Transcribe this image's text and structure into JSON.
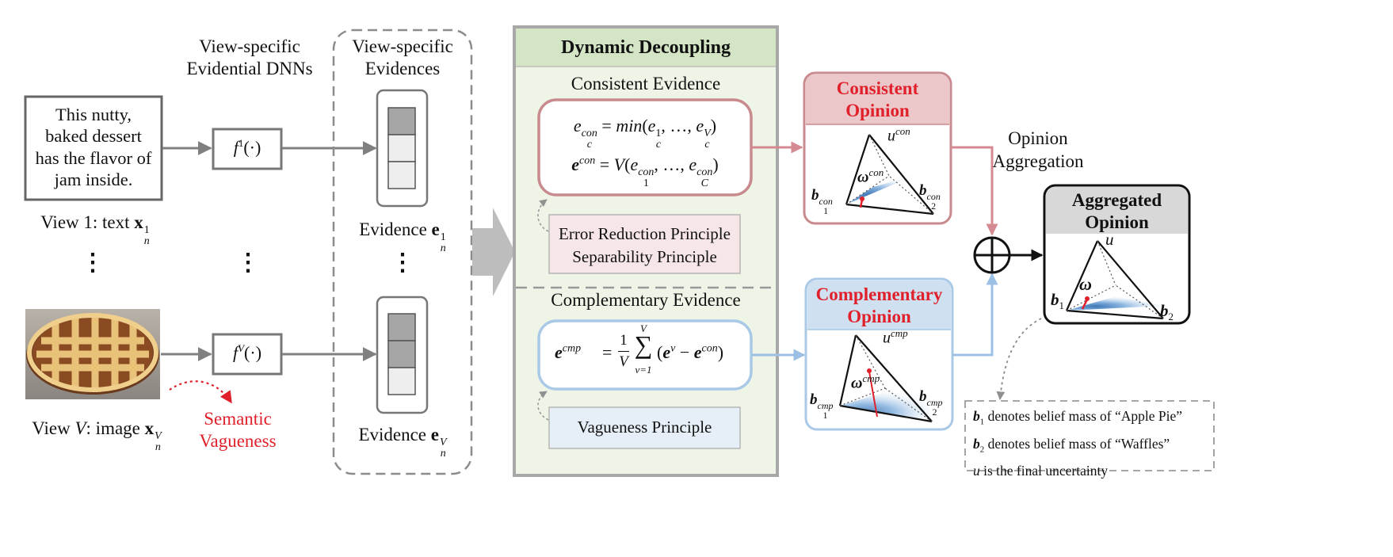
{
  "colors": {
    "arrow_gray": "#808080",
    "red": "#e0202a",
    "consistent_border": "#c98a8e",
    "consistent_header": "#ebc7c9",
    "complementary_border": "#a9c9e6",
    "complementary_header": "#cfe0f1",
    "panel_bg": "#eef5e7",
    "panel_header": "#d3e5c4",
    "panel_border": "#a8a8a8",
    "aggregated_header": "#d8d8d8"
  },
  "views": {
    "dnn_header_1": "View-specific",
    "dnn_header_2": "Evidential DNNs",
    "text_lines": [
      "This nutty,",
      "baked dessert",
      "has the flavor of",
      "jam inside."
    ],
    "view1_prefix": "View 1: text ",
    "viewV_prefix": "View ",
    "viewV_mid": ": image ",
    "view_letter": "V",
    "bold_x": "x",
    "sub_n": "n",
    "sup_1": "1",
    "vdots": "⋮",
    "semantic_1": "Semantic",
    "semantic_2": "Vagueness",
    "f_name": "f",
    "f_sup_1": "1",
    "f_sup_V": "V",
    "f_args": "(·)"
  },
  "evidences": {
    "header_1": "View-specific",
    "header_2": "Evidences",
    "label_prefix": "Evidence ",
    "bold_e": "e"
  },
  "decoupling": {
    "title": "Dynamic Decoupling",
    "consistent_label": "Consistent Evidence",
    "complementary_label": "Complementary Evidence",
    "principle_1": "Error Reduction Principle",
    "principle_2": "Separability Principle",
    "vagueness_principle": "Vagueness Principle",
    "eq_min": "min",
    "eq_V": "V",
    "sup_con": "con",
    "sup_cmp": "cmp",
    "sub_c": "c",
    "sub_C": "C",
    "sub_1": "1",
    "sup_V": "V",
    "ellipsis": "…",
    "eq_e": "e",
    "sum_lower": "v=1",
    "frac_num": "1",
    "sup_v": "v"
  },
  "opinions": {
    "consistent_1": "Consistent",
    "consistent_2": "Opinion",
    "complementary_1": "Complementary",
    "complementary_2": "Opinion",
    "aggregated_1": "Aggregated",
    "aggregated_2": "Opinion",
    "aggregation_1": "Opinion",
    "aggregation_2": "Aggregation",
    "u": "u",
    "b": "b",
    "omega": "ω",
    "sub_1": "1",
    "sub_2": "2",
    "sup_con": "con",
    "sup_cmp": "cmp"
  },
  "legend": {
    "b1_text": " denotes belief mass of “Apple Pie”",
    "b2_text": " denotes belief mass of “Waffles”",
    "u_text": " is the final uncertainty",
    "b": "b",
    "sub_1": "1",
    "sub_2": "2",
    "u": "u"
  }
}
